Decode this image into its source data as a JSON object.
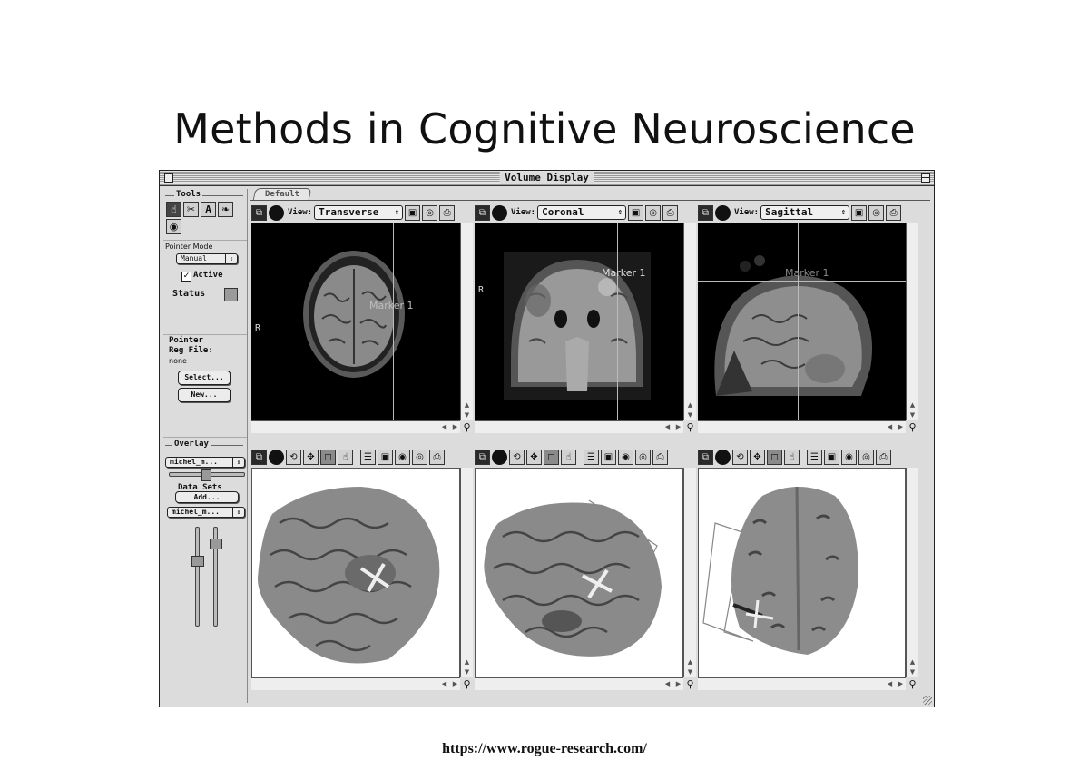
{
  "slide": {
    "title": "Methods in Cognitive Neuroscience",
    "footer_url": "https://www.rogue-research.com/"
  },
  "window": {
    "title": "Volume Display",
    "tab": "Default"
  },
  "tools_panel": {
    "tools_label": "Tools",
    "tools": [
      {
        "name": "pointer-hand",
        "glyph": "☝",
        "active": true
      },
      {
        "name": "ruler",
        "glyph": "✂",
        "active": false
      },
      {
        "name": "add-label",
        "glyph": "A",
        "active": false
      },
      {
        "name": "brain-paint",
        "glyph": "❧",
        "active": false
      },
      {
        "name": "head-target",
        "glyph": "◉",
        "active": false
      }
    ],
    "pointer_mode_label": "Pointer Mode",
    "pointer_mode_value": "Manual",
    "active_label": "Active",
    "active_checked": true,
    "status_label": "Status",
    "pointer_label": "Pointer",
    "reg_file_label": "Reg File:",
    "reg_file_value": "none",
    "select_button": "Select...",
    "new_button": "New...",
    "overlay_label": "Overlay",
    "overlay_value": "michel_m...",
    "data_sets_label": "Data Sets",
    "add_button": "Add...",
    "data_set_value": "michel_m..."
  },
  "viewports_2d": [
    {
      "view_label": "View:",
      "view_value": "Transverse",
      "orientation": "R",
      "marker": "Marker 1"
    },
    {
      "view_label": "View:",
      "view_value": "Coronal",
      "orientation": "R",
      "marker": "Marker 1"
    },
    {
      "view_label": "View:",
      "view_value": "Sagittal",
      "orientation": "",
      "marker": "Marker 1"
    }
  ],
  "toolbar_icons_2d": [
    "camera-layers",
    "color-circle",
    "view-label",
    "view-select",
    "save-disk",
    "snapshot",
    "print"
  ],
  "toolbar_icons_3d": [
    "camera-layers",
    "color-circle",
    "rotate",
    "move-arrows",
    "square-select",
    "hand-pan",
    "list",
    "save-disk",
    "eye",
    "snapshot",
    "print"
  ],
  "colors": {
    "window_bg": "#dcdcdc",
    "viewport_2d_bg": "#000000",
    "viewport_3d_bg": "#ffffff",
    "crosshair": "#bbbbbb",
    "brain_surface": "#8a8a8a"
  }
}
